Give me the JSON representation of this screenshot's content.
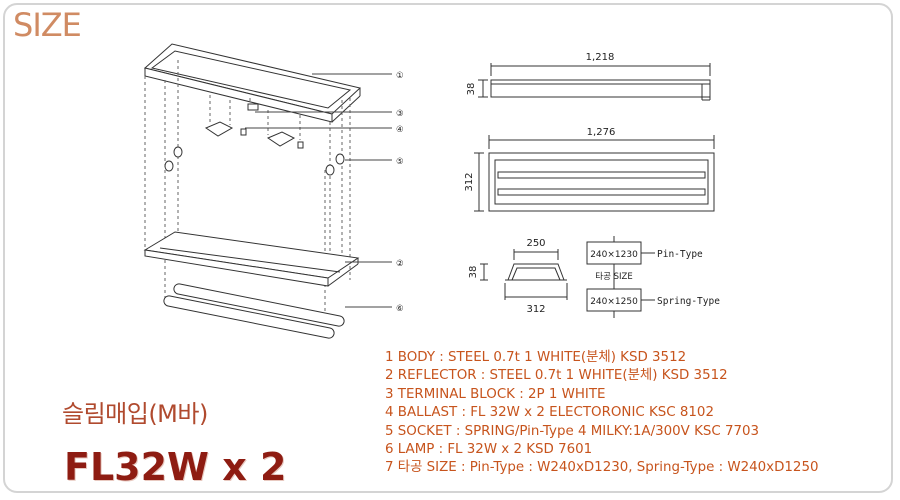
{
  "header": {
    "title": "SIZE"
  },
  "product": {
    "subtitle": "슬림매입(M바)",
    "model": "FL32W x 2"
  },
  "callouts": [
    "①",
    "②",
    "③",
    "④",
    "⑤",
    "⑥"
  ],
  "dimensions": {
    "top_width": "1,218",
    "top_height": "38",
    "front_width": "1,276",
    "front_height": "312",
    "side_top": "250",
    "side_height": "38",
    "side_bottom": "312"
  },
  "cutout": {
    "pin_size": "240×1230",
    "pin_label": "Pin-Type",
    "center_label": "타공 SIZE",
    "spring_size": "240×1250",
    "spring_label": "Spring-Type"
  },
  "specs": [
    "1 BODY : STEEL 0.7t 1 WHITE(분체) KSD 3512",
    "2 REFLECTOR : STEEL 0.7t 1 WHITE(분체) KSD 3512",
    "3 TERMINAL BLOCK : 2P 1 WHITE",
    "4 BALLAST : FL 32W x 2 ELECTORONIC KSC 8102",
    "5 SOCKET : SPRING/Pin-Type 4 MILKY:1A/300V KSC 7703",
    "6 LAMP : FL 32W x 2    KSD 7601",
    "7 타공 SIZE : Pin-Type : W240xD1230, Spring-Type : W240xD1250"
  ],
  "colors": {
    "title": "#d08b63",
    "subtitle": "#b04a2e",
    "model": "#8e1c12",
    "specs": "#c7541d",
    "frame": "#d4d4d4"
  }
}
